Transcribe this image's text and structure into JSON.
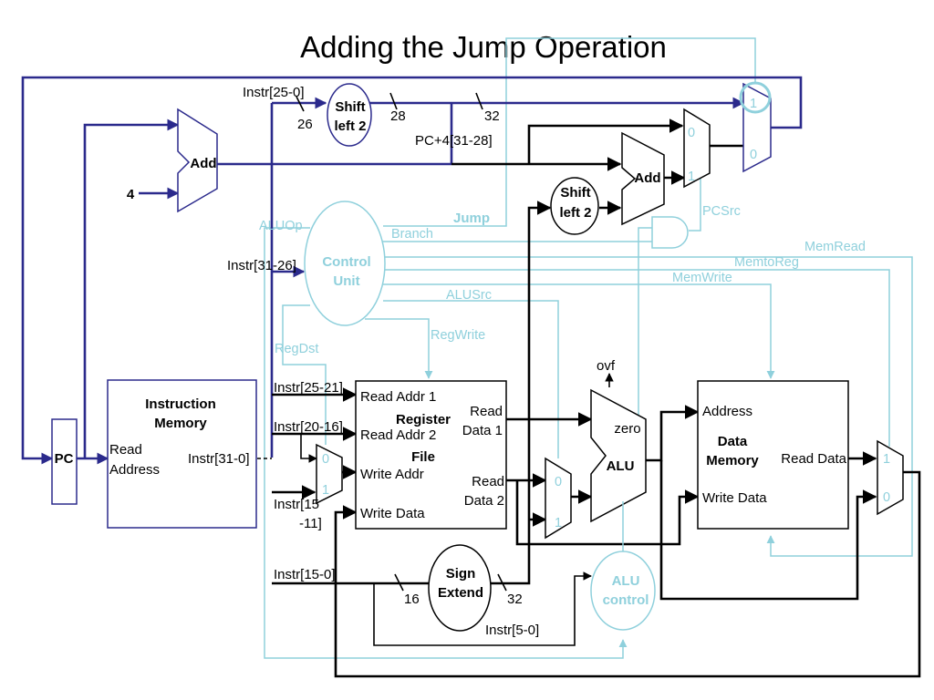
{
  "title": "Adding the Jump Operation",
  "components": {
    "pc": "PC",
    "add_four_constant": "4",
    "adder_top": "Add",
    "adder_branch": "Add",
    "shift_top_line1": "Shift",
    "shift_top_line2": "left 2",
    "shift_branch_line1": "Shift",
    "shift_branch_line2": "left 2",
    "instruction_memory_line1": "Instruction",
    "instruction_memory_line2": "Memory",
    "read_address_line1": "Read",
    "read_address_line2": "Address",
    "instr_out": "Instr[31-0]",
    "control_unit_line1": "Control",
    "control_unit_line2": "Unit",
    "register_file_line1": "Register",
    "register_file_line2": "File",
    "read_addr_1": "Read Addr 1",
    "read_addr_2": "Read Addr 2",
    "write_addr": "Write Addr",
    "write_data": "Write Data",
    "read_data_1_line1": "Read",
    "read_data_1_line2": "Data 1",
    "read_data_2_line1": "Read",
    "read_data_2_line2": "Data 2",
    "alu": "ALU",
    "zero": "zero",
    "ovf": "ovf",
    "data_memory_line1": "Data",
    "data_memory_line2": "Memory",
    "address": "Address",
    "dm_write_data": "Write Data",
    "dm_read_data": "Read Data",
    "sign_extend_line1": "Sign",
    "sign_extend_line2": "Extend",
    "alu_control_line1": "ALU",
    "alu_control_line2": "control"
  },
  "mux_labels": {
    "zero": "0",
    "one": "1"
  },
  "wire_labels": {
    "instr_25_0": "Instr[25-0]",
    "w26": "26",
    "w28": "28",
    "w32_top": "32",
    "pc4_31_28": "PC+4[31-28]",
    "instr_31_26": "Instr[31-26]",
    "instr_25_21": "Instr[25-21]",
    "instr_20_16": "Instr[20-16]",
    "instr_15_11_line1": "Instr[15",
    "instr_15_11_line2": "-11]",
    "instr_15_0": "Instr[15-0]",
    "w16": "16",
    "w32_sign": "32",
    "instr_5_0": "Instr[5-0]"
  },
  "control_signals": {
    "aluop": "ALUOp",
    "branch": "Branch",
    "jump": "Jump",
    "pcsrc": "PCSrc",
    "memread": "MemRead",
    "memtoreg": "MemtoReg",
    "memwrite": "MemWrite",
    "alusrc": "ALUSrc",
    "regwrite": "RegWrite",
    "regdst": "RegDst"
  },
  "colors": {
    "datapath_blue": "#2b2a8c",
    "control_cyan": "#8fd0dc",
    "wire_black": "#000000"
  }
}
